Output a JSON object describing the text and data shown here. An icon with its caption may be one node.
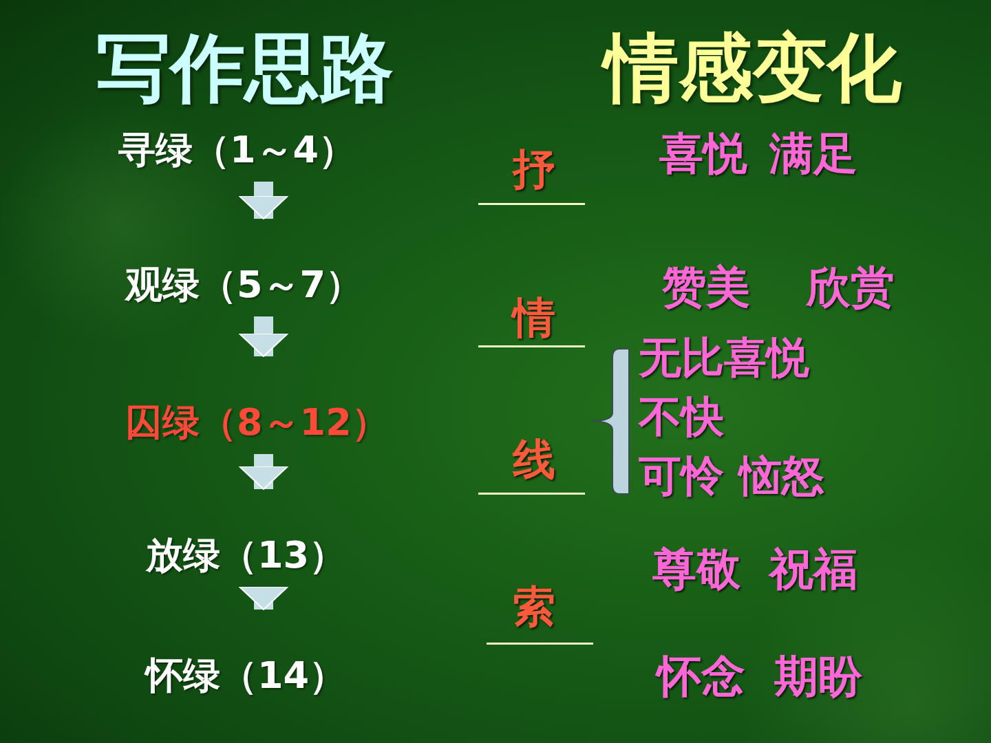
{
  "diagram": {
    "nodes": [
      {
        "text": [
          "寻绿（1～4）"
        ]
      },
      {
        "text": [
          "观绿（5～7）"
        ]
      },
      {
        "text": [
          "囚绿（8～12）"
        ]
      },
      {
        "text": [
          "放绿（13）"
        ]
      },
      {
        "text": [
          "怀绿（14）"
        ]
      }
    ],
    "edges": [
      {
        "from": 0,
        "to": 1,
        "arrow": "to"
      },
      {
        "from": 1,
        "to": 2,
        "arrow": "to"
      },
      {
        "from": 2,
        "to": 3,
        "arrow": "to"
      },
      {
        "from": 3,
        "to": 4,
        "arrow": "to"
      }
    ],
    "labels": [
      "写作思路",
      "情感变化",
      "抒",
      "喜悦 满足",
      "赞美 欣赏",
      "情",
      "无比喜悦",
      "不快",
      "线",
      "可怜 恼怒",
      "尊敬 祝福",
      "索",
      "怀念 期盼"
    ]
  }
}
